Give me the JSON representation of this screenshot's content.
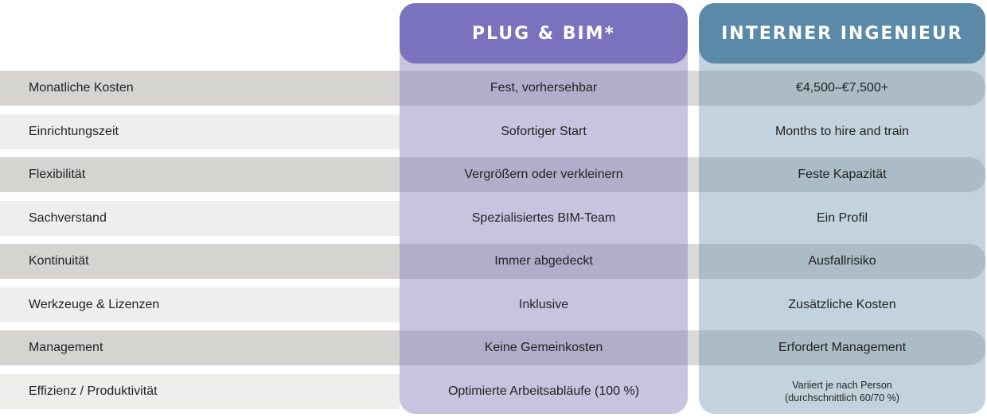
{
  "columns": {
    "plug": {
      "title": "PLUG & BIM*"
    },
    "intern": {
      "title": "INTERNER INGENIEUR"
    }
  },
  "colors": {
    "plug_header": "#7a72bd",
    "plug_body": "#c7c4e0",
    "intern_header": "#5b89a8",
    "intern_body": "#c3d3de",
    "row_shade": "#d5d4d0"
  },
  "rows": [
    {
      "label": "Monatliche Kosten",
      "plug": "Fest, vorhersehbar",
      "intern": "€4,500–€7,500+"
    },
    {
      "label": "Einrichtungszeit",
      "plug": "Sofortiger Start",
      "intern": "Months to hire and train"
    },
    {
      "label": "Flexibilität",
      "plug": "Vergrößern oder verkleinern",
      "intern": "Feste Kapazität"
    },
    {
      "label": "Sachverstand",
      "plug": "Spezialisiertes BIM-Team",
      "intern": "Ein Profil"
    },
    {
      "label": "Kontinuität",
      "plug": "Immer abgedeckt",
      "intern": "Ausfallrisiko"
    },
    {
      "label": "Werkzeuge & Lizenzen",
      "plug": "Inklusive",
      "intern": "Zusätzliche Kosten"
    },
    {
      "label": "Management",
      "plug": "Keine Gemeinkosten",
      "intern": "Erfordert Management"
    },
    {
      "label": "Effizienz / Produktivität",
      "plug": "Optimierte Arbeitsabläufe (100 %)",
      "intern": "Variiert je nach Person\n(durchschnittlich 60/70 %)"
    }
  ]
}
